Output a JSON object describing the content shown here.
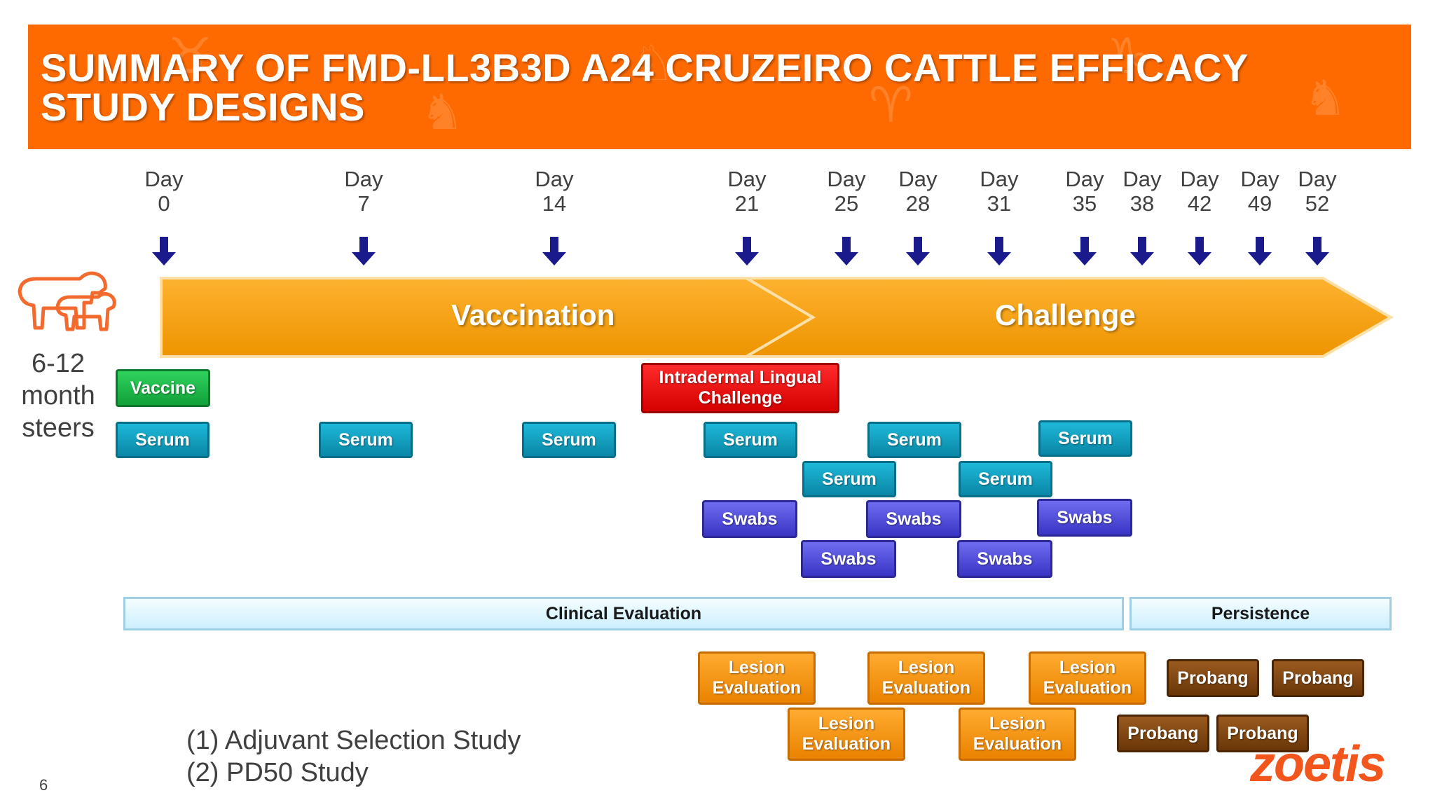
{
  "title": "SUMMARY OF FMD-LL3B3D A24 CRUZEIRO CATTLE EFFICACY STUDY DESIGNS",
  "title_lines": [
    "SUMMARY OF FMD-LL3B3D A24 CRUZEIRO CATTLE EFFICACY",
    "STUDY DESIGNS"
  ],
  "banner_color": "#FF6A00",
  "days": [
    "Day\n0",
    "Day\n7",
    "Day\n14",
    "Day\n21",
    "Day\n25",
    "Day\n28",
    "Day\n31",
    "Day\n35",
    "Day\n38",
    "Day\n42",
    "Day\n49",
    "Day\n52"
  ],
  "phases": {
    "vaccination": "Vaccination",
    "challenge": "Challenge"
  },
  "subject": {
    "icon": "cattle-icon",
    "label": "6-12\nmonth\nsteers"
  },
  "labels": {
    "vaccine": "Vaccine",
    "challenge": "Intradermal Lingual\nChallenge",
    "serum": "Serum",
    "swabs": "Swabs",
    "lesion": "Lesion\nEvaluation",
    "probang": "Probang"
  },
  "evaluation": {
    "clinical": "Clinical Evaluation",
    "persistence": "Persistence"
  },
  "legend": [
    "(1) Adjuvant Selection Study",
    "(2) PD50 Study"
  ],
  "page_number": "6",
  "logo": "zoetis",
  "colors": {
    "arrow": "#1a1a8c",
    "phase_arrow": "#F5A014",
    "serum": "#0a86a6",
    "swabs": "#3934c4",
    "lesion": "#ea8200",
    "probang": "#6a3608",
    "vaccine": "#12a03a",
    "challenge": "#d40000"
  }
}
